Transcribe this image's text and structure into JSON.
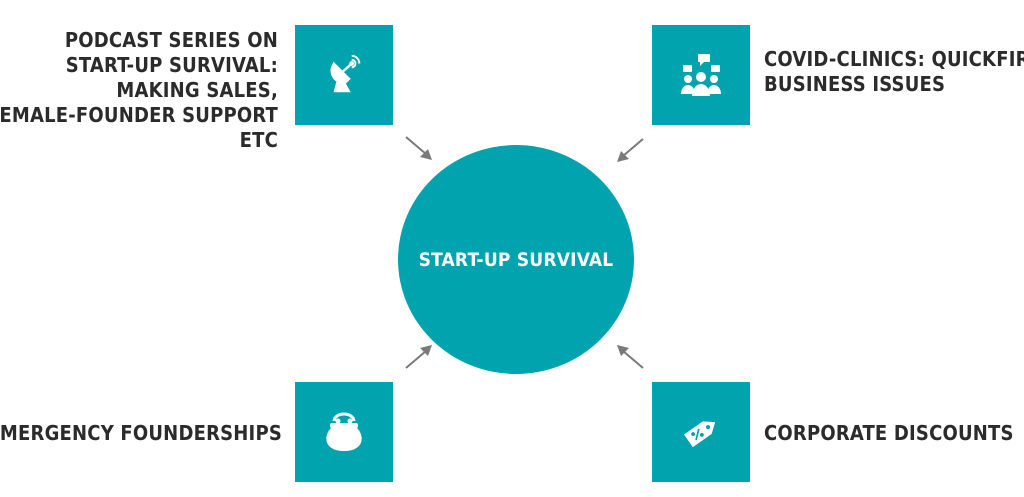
{
  "hub": {
    "label": "START-UP SURVIVAL"
  },
  "nodes": {
    "podcast": {
      "icon": "satellite-dish-icon",
      "lines": [
        "PODCAST SERIES ON",
        "START-UP SURVIVAL:",
        "MAKING SALES,",
        "FEMALE-FOUNDER SUPPORT",
        "ETC"
      ]
    },
    "covid": {
      "icon": "group-chat-icon",
      "lines": [
        "COVID-CLINICS: QUICKFIRE",
        "BUSINESS ISSUES"
      ]
    },
    "emergency": {
      "icon": "coin-purse-icon",
      "lines": [
        "EMERGENCY FOUNDERSHIPS"
      ]
    },
    "discounts": {
      "icon": "discount-tag-icon",
      "lines": [
        "CORPORATE DISCOUNTS"
      ]
    }
  },
  "colors": {
    "accent": "#00a3ae",
    "text": "#2b2b2b",
    "arrow": "#7a7a7a",
    "hub_text": "#ffffff"
  }
}
